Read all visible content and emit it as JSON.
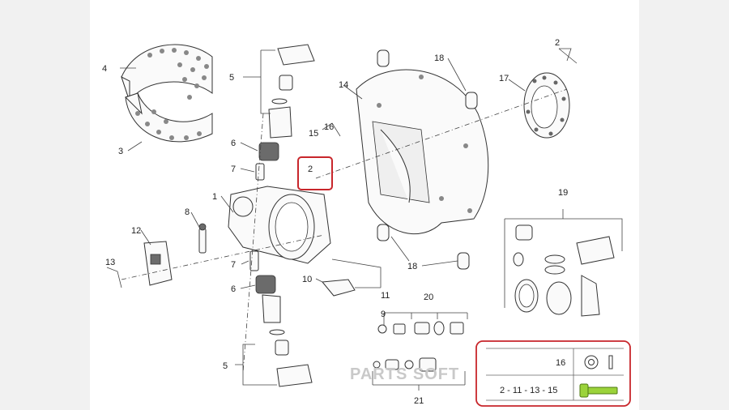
{
  "labels": {
    "p1": "1",
    "p2a": "2",
    "p2b": "2",
    "p3": "3",
    "p4": "4",
    "p5a": "5",
    "p5b": "5",
    "p6a": "6",
    "p6b": "6",
    "p7a": "7",
    "p7b": "7",
    "p8": "8",
    "p9": "9",
    "p10": "10",
    "p11": "11",
    "p12": "12",
    "p13": "13",
    "p14": "14",
    "p15": "15",
    "p16": "16",
    "p17": "17",
    "p18a": "18",
    "p18b": "18",
    "p19": "19",
    "p20": "20",
    "p21": "21"
  },
  "legend": {
    "row1_label": "16",
    "row2_label": "2 - 11 - 13 - 15"
  },
  "watermark": "PARTS SOFT",
  "colors": {
    "highlight": "#c8262b",
    "bolt": "#9bd33a"
  }
}
